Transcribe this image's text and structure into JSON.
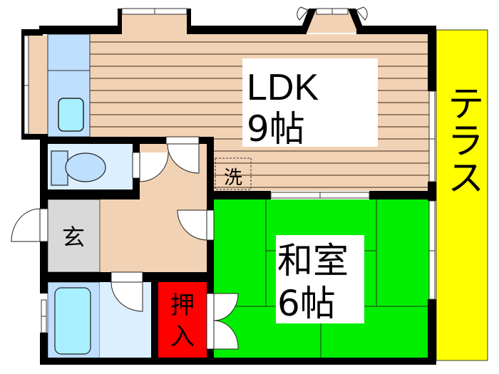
{
  "floorplan": {
    "rooms": {
      "ldk": {
        "name": "LDK",
        "size": "9帖"
      },
      "washitsu": {
        "name": "和室",
        "size": "6帖"
      },
      "terrace": {
        "name": "テラス"
      },
      "genkan": {
        "name": "玄"
      },
      "oshiire": {
        "line1": "押",
        "line2": "入"
      },
      "laundry": {
        "name": "洗"
      }
    },
    "colors": {
      "wall": "#000000",
      "flooring": "#f2d2b4",
      "flooring_line": "#3a2a1a",
      "wet_area": "#bfdfff",
      "wet_area_light": "#dcefff",
      "fixture": "#a8f0ff",
      "tatami": "#00ee00",
      "terrace": "#ffff00",
      "genkan": "#d9d9d9",
      "oshiire": "#ff0000",
      "label_bg": "#ffffff"
    }
  }
}
